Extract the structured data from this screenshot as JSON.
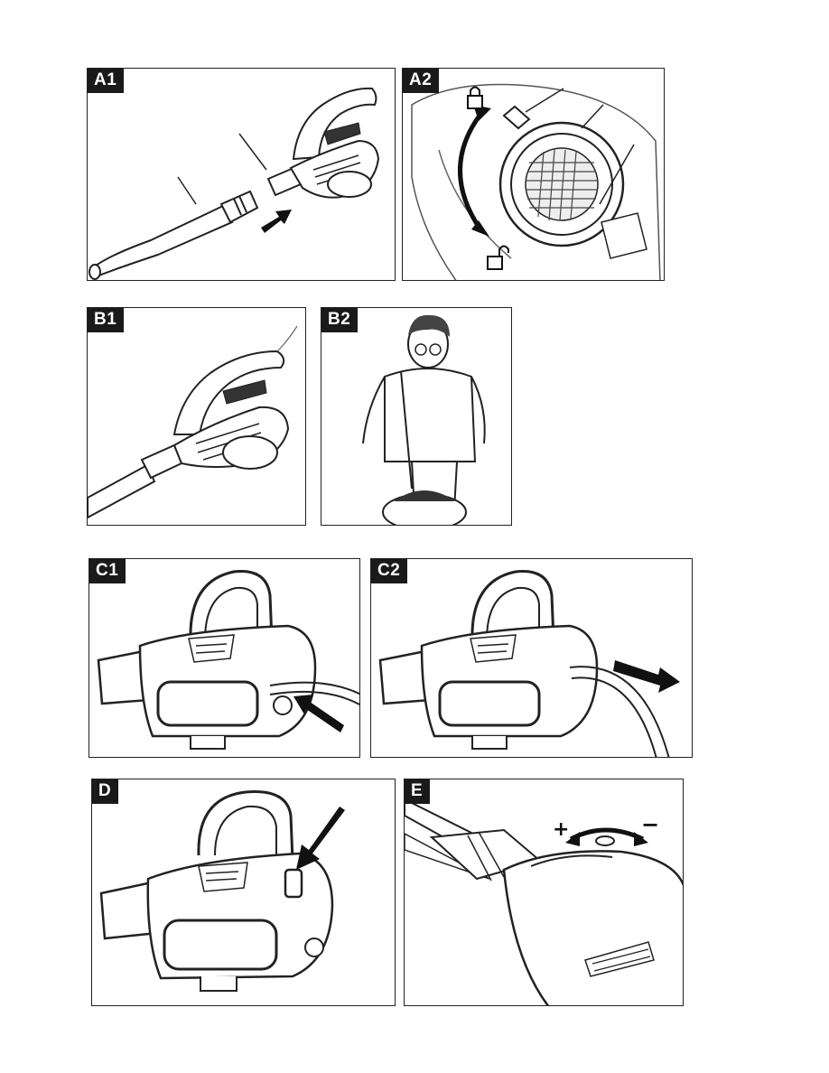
{
  "panels": {
    "a1": {
      "label": "A1"
    },
    "a2": {
      "label": "A2"
    },
    "b1": {
      "label": "B1"
    },
    "b2": {
      "label": "B2"
    },
    "c1": {
      "label": "C1"
    },
    "c2": {
      "label": "C2"
    },
    "d": {
      "label": "D"
    },
    "e": {
      "label": "E",
      "plus": "+",
      "minus": "−"
    }
  },
  "icons": [
    "lock-icon",
    "unlock-icon",
    "arrow-icon",
    "blower-illustration",
    "person-illustration"
  ]
}
